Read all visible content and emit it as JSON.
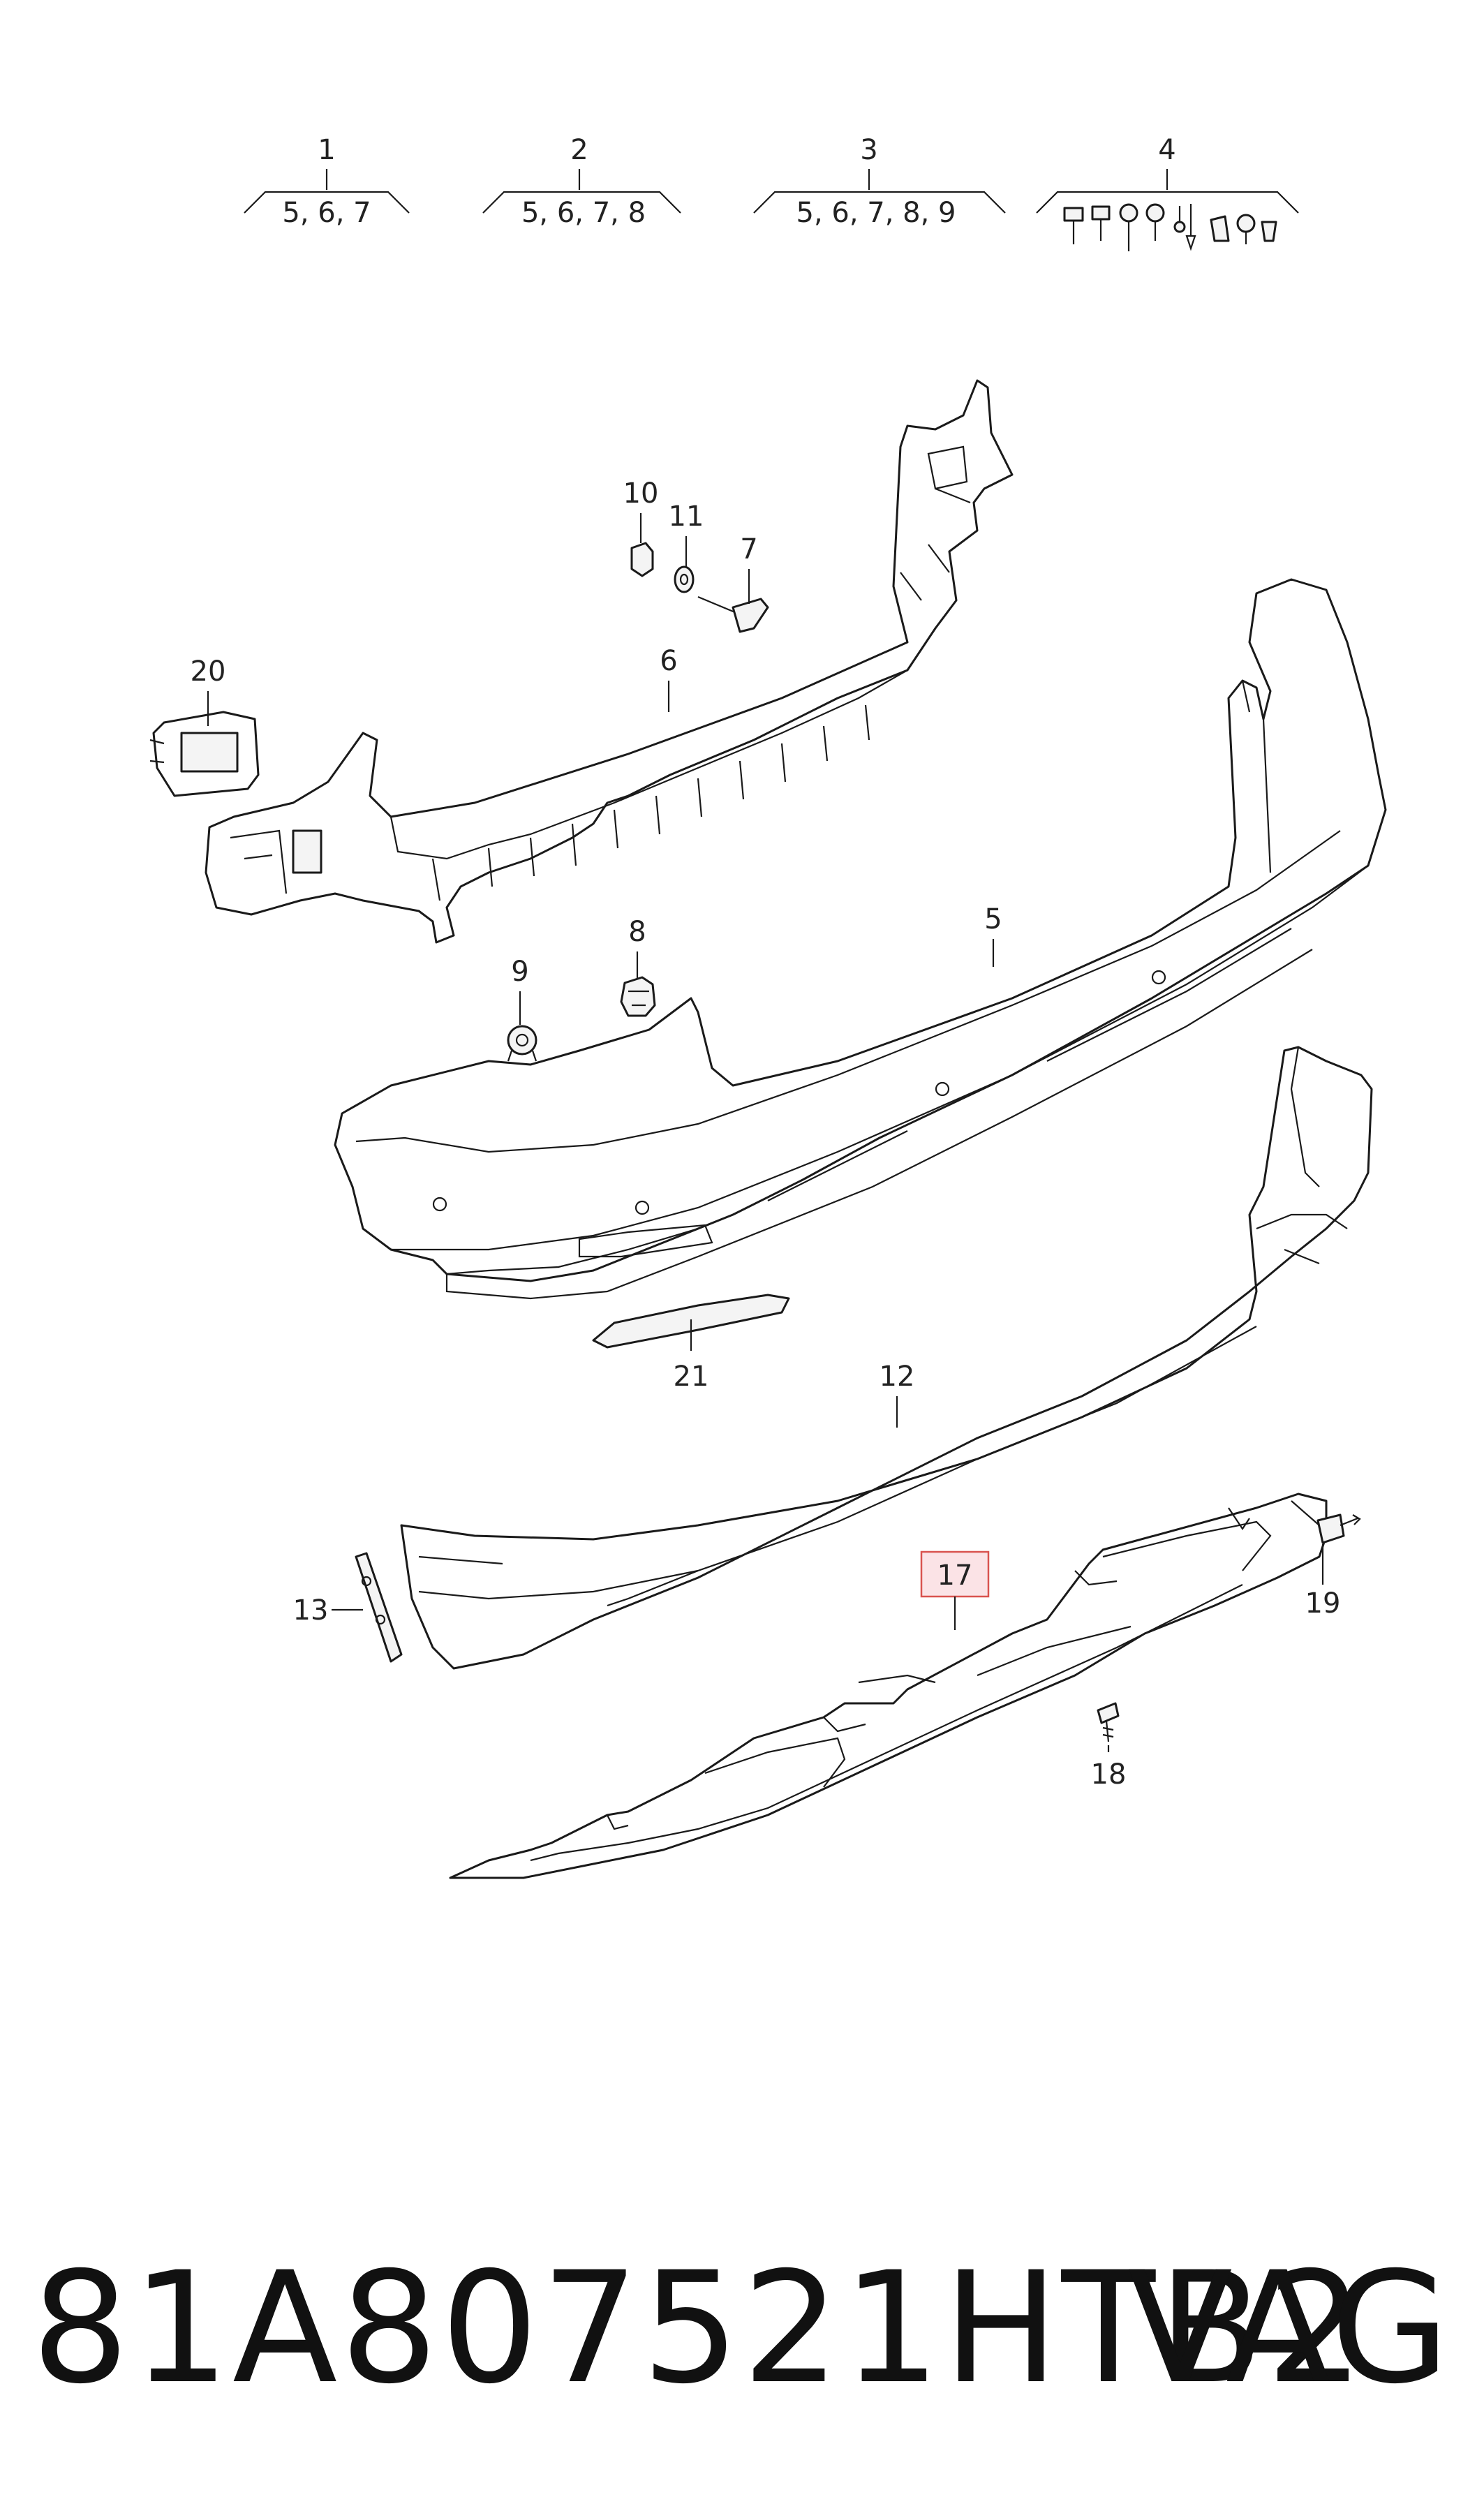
{
  "groups": [
    {
      "number": "1",
      "includes": "5, 6, 7"
    },
    {
      "number": "2",
      "includes": "5, 6, 7, 8"
    },
    {
      "number": "3",
      "includes": "5, 6, 7, 8, 9"
    },
    {
      "number": "4",
      "includes": ""
    }
  ],
  "callouts": {
    "c5": "5",
    "c6": "6",
    "c7": "7",
    "c8": "8",
    "c9": "9",
    "c10": "10",
    "c11": "11",
    "c12": "12",
    "c13": "13",
    "c17": "17",
    "c18": "18",
    "c19": "19",
    "c20": "20",
    "c21": "21"
  },
  "highlighted_callout": "17",
  "colors": {
    "highlight_fill": "#fbe3e6",
    "highlight_stroke": "#d9534f",
    "line": "#1a1a1a"
  },
  "caption": {
    "part_number": "81A807521HTB2",
    "brand": "VAG"
  }
}
